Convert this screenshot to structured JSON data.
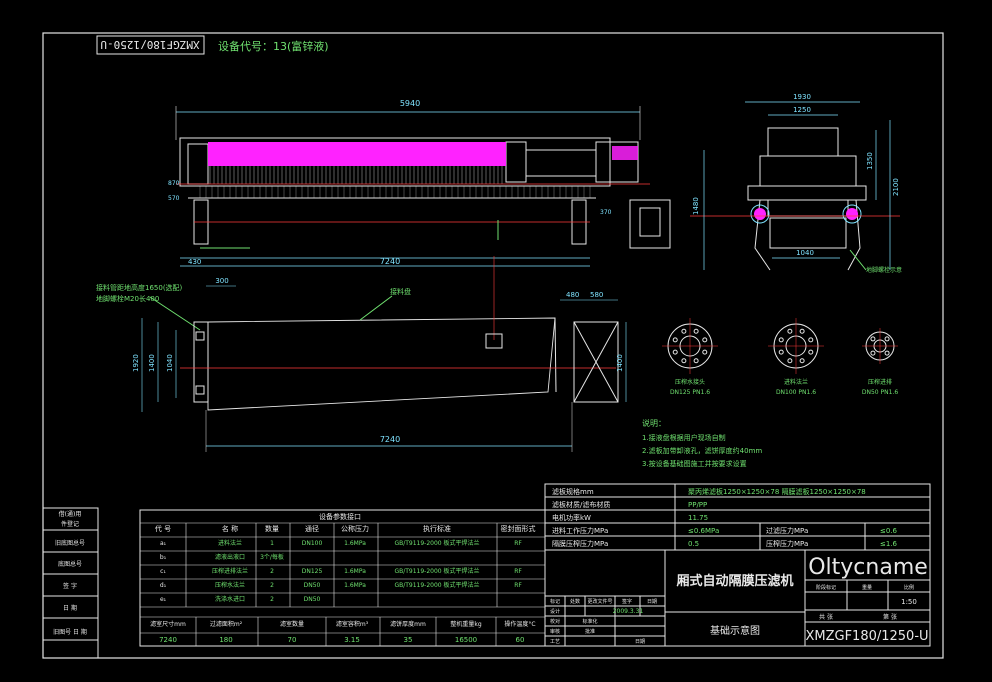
{
  "header": {
    "code_box": "XMZGF180/1250-U",
    "device_code": "设备代号：13(富锌液)"
  },
  "dimensions": {
    "top_overall": "5940",
    "bottom_left": "430",
    "bottom_mid": "7240",
    "plan_offset": "300",
    "plan_total": "7240",
    "plan_right_a": "480",
    "plan_right_b": "580",
    "plan_h1": "1920",
    "plan_h2": "1400",
    "plan_h3": "1040",
    "plan_h4": "1400",
    "side_top1": "1930",
    "side_top2": "1250",
    "side_mid": "1040",
    "side_h1": "1350",
    "side_h2": "2100",
    "side_h3": "1480",
    "small_870": "870",
    "small_570": "570",
    "small_370": "370"
  },
  "plan_notes": [
    "接料管距地高度1650(选配)",
    "地脚螺栓M20长400"
  ],
  "annotations": {
    "slope": "接料盘",
    "anchor": "地脚螺栓示意"
  },
  "flanges": [
    {
      "label": "压榨水接头",
      "spec": "DN125 PN1.6"
    },
    {
      "label": "进料法兰",
      "spec": "DN100 PN1.6"
    },
    {
      "label": "压榨进排",
      "spec": "DN50 PN1.6"
    }
  ],
  "notes": {
    "title": "说明：",
    "items": [
      "1.接液盘根据用户现场自制",
      "2.滤板加带卸液孔，滤饼厚度约40mm",
      "3.按设备基础图施工并按要求设置"
    ]
  },
  "left_strip": [
    "借(通)用",
    "件登记",
    "旧底图总号",
    "底图总号",
    "签 字",
    "日 期",
    "旧图号 日 期"
  ],
  "param_table": {
    "title": "设备参数接口",
    "headers": [
      "代 号",
      "名 称",
      "数量",
      "通径",
      "公称压力",
      "执行标准",
      "密封面形式"
    ],
    "rows": [
      [
        "a₁",
        "进料法兰",
        "1",
        "DN100",
        "1.6MPa",
        "GB/T9119-2000 板式平焊法兰",
        "RF"
      ],
      [
        "b₁",
        "滤液出液口",
        "3个/每板",
        "",
        "",
        "",
        ""
      ],
      [
        "c₁",
        "压榨进排法兰",
        "2",
        "DN125",
        "1.6MPa",
        "GB/T9119-2000 板式平焊法兰",
        "RF"
      ],
      [
        "d₁",
        "压榨水法兰",
        "2",
        "DN50",
        "1.6MPa",
        "GB/T9119-2000 板式平焊法兰",
        "RF"
      ],
      [
        "e₁",
        "洗涤水进口",
        "2",
        "DN50",
        "",
        "",
        ""
      ]
    ]
  },
  "spec_row": {
    "headers": [
      "滤室尺寸mm",
      "过滤面积m²",
      "滤室数量",
      "滤室容积m³",
      "滤饼厚度mm",
      "整机重量kg",
      "操作温度°C"
    ],
    "values": [
      "7240",
      "180",
      "70",
      "3.15",
      "35",
      "16500",
      "60"
    ]
  },
  "spec_table": {
    "rows": [
      [
        "滤板规格mm",
        "",
        "聚丙烯滤板1250×1250×78 隔膜滤板1250×1250×78",
        ""
      ],
      [
        "滤板材质/滤布材质",
        "",
        "PP/PP",
        ""
      ],
      [
        "电机功率kW",
        "",
        "11.75",
        ""
      ],
      [
        "进料工作压力MPa",
        "",
        "≤0.6MPa",
        "过滤压力MPa",
        "≤0.6"
      ],
      [
        "隔膜压榨压力MPa",
        "",
        "0.5",
        "压榨压力MPa",
        "≤1.6"
      ]
    ]
  },
  "title_block": {
    "machine": "厢式自动隔膜压滤机",
    "drawing": "基础示意图",
    "company": "Oltycname",
    "model": "XMZGF180/1250-U",
    "scale": "1:50",
    "labels": [
      "标记",
      "处数",
      "更改文件号",
      "签字",
      "日期"
    ],
    "sub_labels": [
      "阶段标记",
      "重量",
      "比例"
    ],
    "row_labels": [
      "设计",
      "校对",
      "审核",
      "工艺",
      "标准化",
      "批准"
    ],
    "date": "2009.3.31",
    "sheet_labels": [
      "共  张",
      "第  张"
    ],
    "approval": "日期"
  },
  "colors": {
    "background": "#000000",
    "line": "#e6e6e6",
    "plate_pack": "#ff22ff",
    "center_line": "#ff3b3b",
    "annotation": "#6fe06f",
    "dimension": "#7fe3ff"
  }
}
